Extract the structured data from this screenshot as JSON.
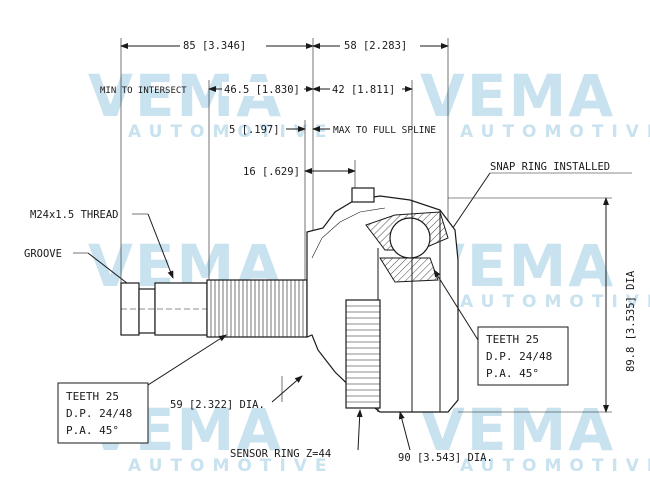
{
  "watermark": {
    "brand": "VEMA",
    "sub": "AUTOMOTIVE"
  },
  "dimensions": {
    "overall_left": "85 [3.346]",
    "overall_right": "58 [2.283]",
    "min_to_intersect_label": "MIN TO INTERSECT",
    "min_to_intersect": "46.5 [1.830]",
    "to_spline": "42 [1.811]",
    "dim_5": "5 [.197]",
    "max_to_full_spline": "MAX TO FULL SPLINE",
    "dim_16": "16 [.629]",
    "snap_ring": "SNAP RING INSTALLED",
    "thread": "M24x1.5 THREAD",
    "groove": "GROOVE",
    "dia_right": "89.8 [3.535] DIA",
    "dia_59": "59 [2.322] DIA.",
    "sensor_ring": "SENSOR RING Z=44",
    "dia_90": "90 [3.543] DIA."
  },
  "spec_boxes": {
    "inner": [
      "TEETH 25",
      "D.P. 24/48",
      "P.A. 45°"
    ],
    "outer": [
      "TEETH 25",
      "D.P. 24/48",
      "P.A. 45°"
    ]
  }
}
